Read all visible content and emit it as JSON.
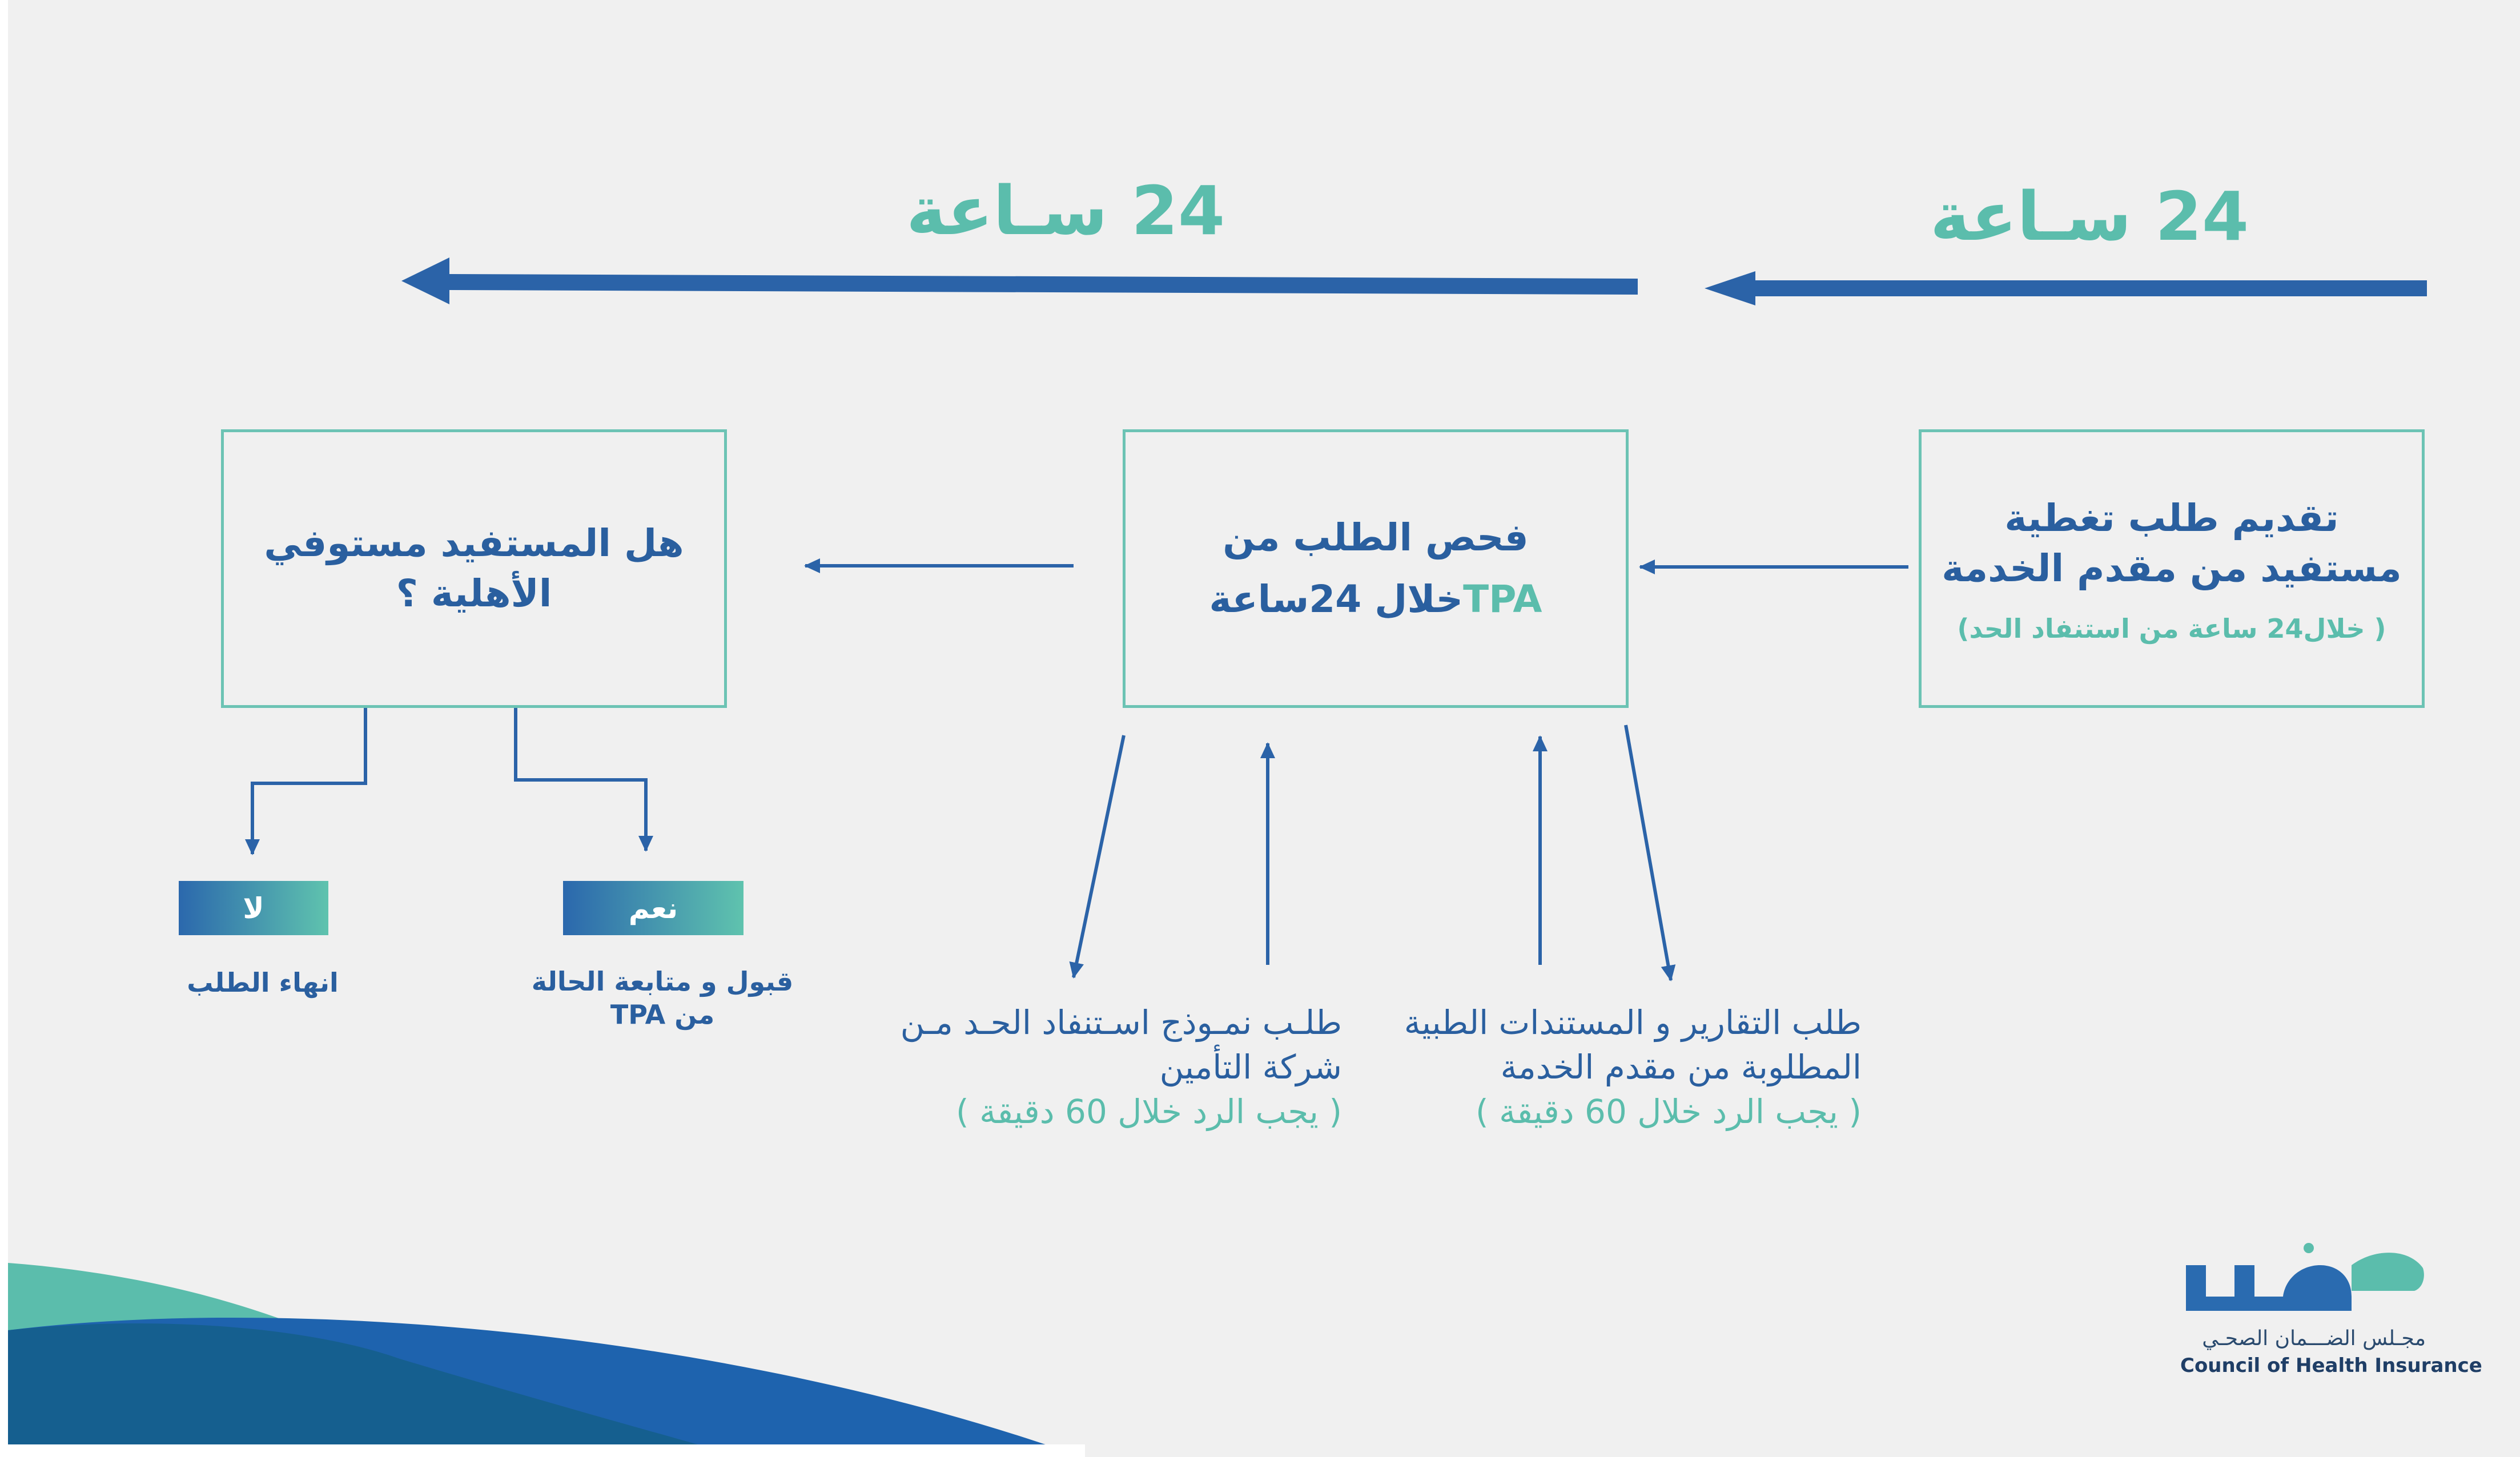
{
  "timeline": {
    "right_label": "24 سـاعة",
    "left_label": "24 سـاعة"
  },
  "steps": {
    "submit": {
      "line1": "تقديم طلب تغطية",
      "line2": "مستفيد من مقدم الخدمة",
      "sub": "( خلال24 ساعة من استنفاد الحد)"
    },
    "review": {
      "line1": "فحص الطلب من",
      "tpa": "TPA",
      "line2_rest": "خلال 24ساعة"
    },
    "eligibility": {
      "line1": "هل المستفيد مستوفي",
      "line2": "الأهلية ؟"
    }
  },
  "notes": {
    "provider_reports": {
      "line1": "طلب التقارير و المستندات الطبية",
      "line2": "المطلوبة من مقدم الخدمة",
      "response": "( يجب الرد خلال  60 دقيقة )"
    },
    "insurer_form": {
      "line1": "طلـب نمـوذج اسـتنفاد الحـد مـن",
      "line2": "شركة التأمين",
      "response": "( يجب الرد خلال 60  دقيقة )"
    }
  },
  "outcomes": {
    "yes": {
      "label": "نعم",
      "line1": "قبول و متابعة الحالة",
      "line2": "من TPA"
    },
    "no": {
      "label": "لا",
      "text": "انهاء الطلب"
    }
  },
  "logo": {
    "wordmark": "ضمان",
    "arabic_name": "مجـلس الضـــمان الصحـي",
    "english_name": "Council of Health Insurance"
  },
  "colors": {
    "primary_blue": "#2a5f9f",
    "arrow_blue": "#2b63a8",
    "teal": "#5bbdac",
    "box_border": "#6cc3b4",
    "background": "#f0f0f0",
    "wave_dark": "#155f8f",
    "wave_blue": "#1e63ae",
    "wave_teal": "#5bbdac"
  }
}
